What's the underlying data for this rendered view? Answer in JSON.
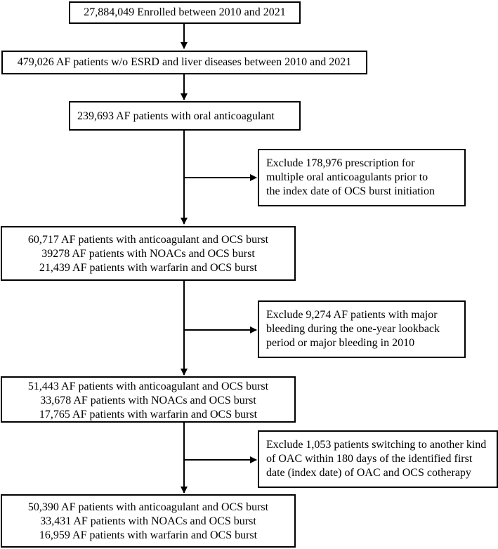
{
  "steps": [
    {
      "lines": [
        "27,884,049 Enrolled between 2010 and 2021"
      ]
    },
    {
      "lines": [
        "479,026 AF patients w/o ESRD and liver diseases between 2010 and 2021"
      ]
    },
    {
      "lines": [
        "239,693 AF patients with oral anticoagulant"
      ]
    },
    {
      "lines": [
        "60,717 AF patients with anticoagulant and OCS burst",
        "39278 AF patients with NOACs and OCS burst",
        "21,439 AF patients with warfarin and OCS burst"
      ]
    },
    {
      "lines": [
        "51,443 AF patients with anticoagulant and OCS burst",
        "33,678 AF patients with NOACs and OCS burst",
        "17,765 AF patients with warfarin and OCS burst"
      ]
    },
    {
      "lines": [
        "50,390 AF patients with anticoagulant and OCS burst",
        "33,431 AF patients with NOACs and OCS burst",
        "16,959 AF patients with warfarin and OCS burst"
      ]
    }
  ],
  "exclusions": [
    {
      "lines": [
        "Exclude 178,976 prescription for",
        "multiple oral anticoagulants prior to",
        "the index date of OCS burst initiation"
      ]
    },
    {
      "lines": [
        "Exclude 9,274 AF patients with major",
        "bleeding during the one-year lookback",
        "period or major bleeding in 2010"
      ]
    },
    {
      "lines": [
        "Exclude 1,053 patients switching to another kind",
        "of OAC within 180 days of the identified first",
        "date (index date) of OAC and OCS cotherapy"
      ]
    }
  ]
}
